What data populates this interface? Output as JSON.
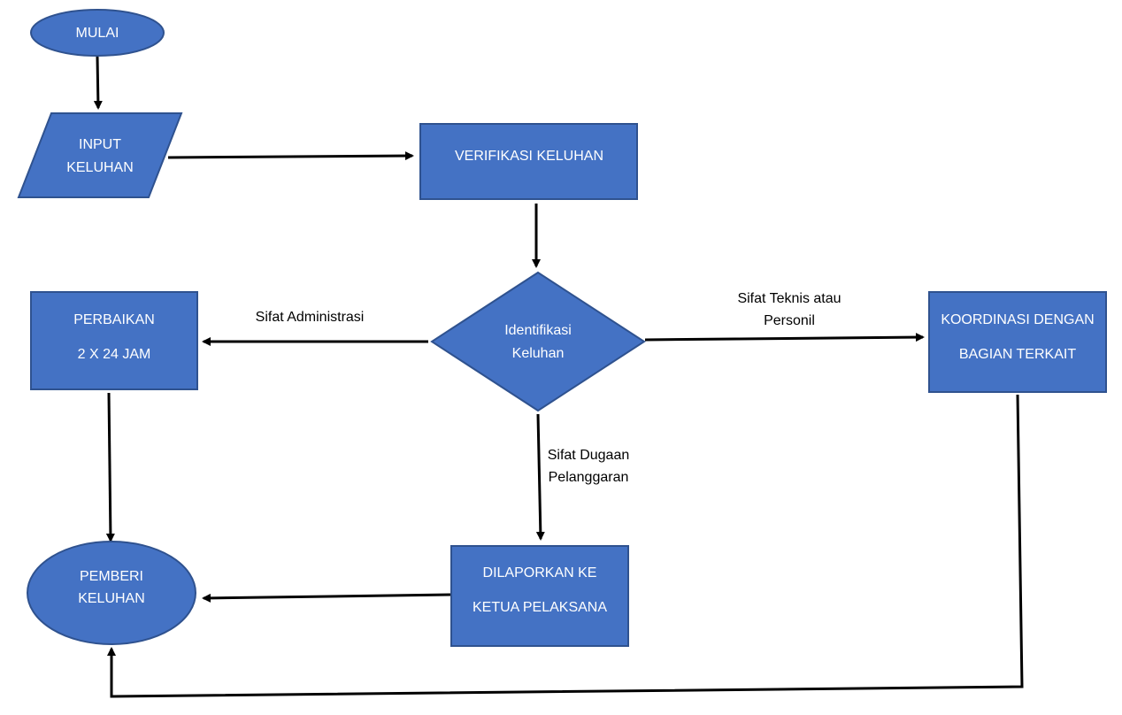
{
  "nodes": {
    "mulai": {
      "label": "MULAI"
    },
    "input": {
      "line1": "INPUT",
      "line2": "KELUHAN"
    },
    "verifikasi": {
      "label": "VERIFIKASI KELUHAN"
    },
    "identifikasi": {
      "line1": "Identifikasi",
      "line2": "Keluhan"
    },
    "perbaikan": {
      "line1": "PERBAIKAN",
      "line2": "2 X 24 JAM"
    },
    "koordinasi": {
      "line1": "KOORDINASI DENGAN",
      "line2": "BAGIAN TERKAIT"
    },
    "dilaporkan": {
      "line1": "DILAPORKAN KE",
      "line2": "KETUA PELAKSANA"
    },
    "pemberi": {
      "line1": "PEMBERI",
      "line2": "KELUHAN"
    }
  },
  "edges": {
    "administrasi": {
      "label": "Sifat Administrasi"
    },
    "teknis": {
      "line1": "Sifat Teknis atau",
      "line2": "Personil"
    },
    "dugaan": {
      "line1": "Sifat Dugaan",
      "line2": "Pelanggaran"
    }
  },
  "colors": {
    "shape_fill": "#4472c4",
    "shape_border": "#2f528f",
    "arrow": "#000000"
  }
}
